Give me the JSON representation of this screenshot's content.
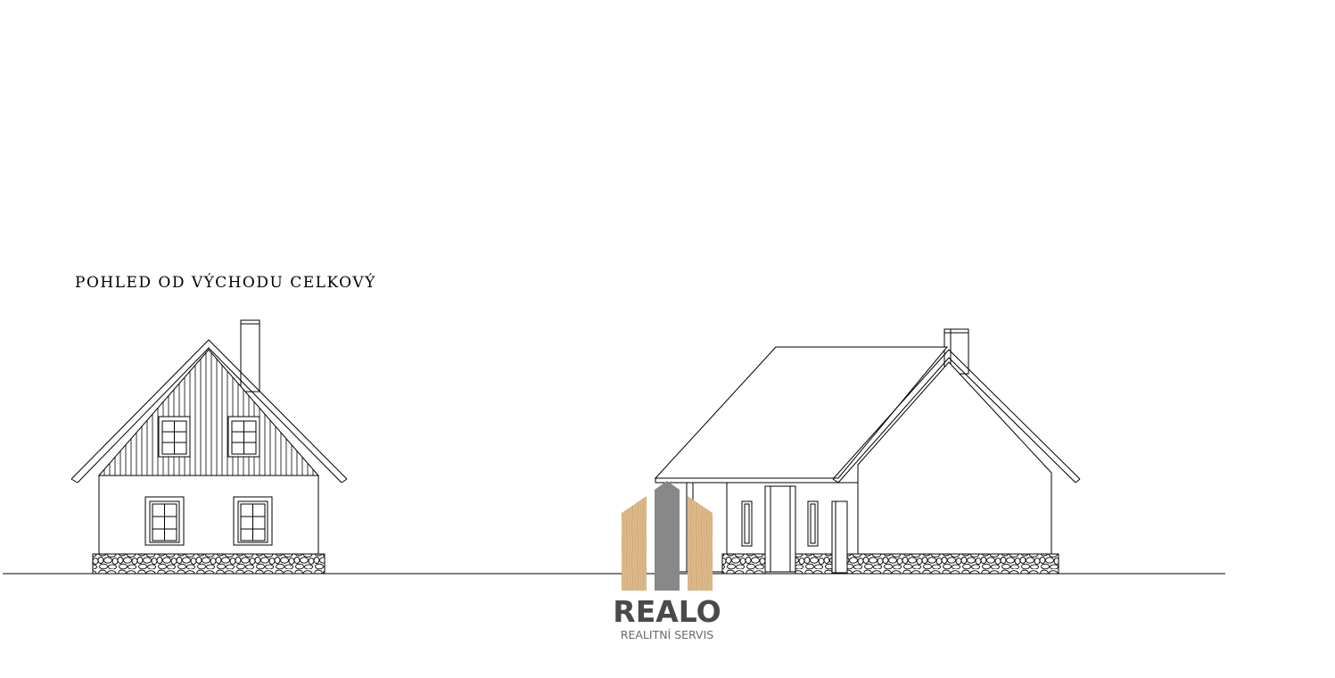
{
  "drawing": {
    "title": "POHLED OD VÝCHODU CELKOVÝ"
  },
  "logo": {
    "name": "REALO",
    "tagline": "REALITNÍ SERVIS",
    "colors": {
      "wood": "#dcb98a",
      "wood_grain": "#c49a63",
      "gray": "#888888",
      "text": "#4a4a4a"
    }
  },
  "colors": {
    "line": "#000000",
    "background": "#ffffff"
  }
}
